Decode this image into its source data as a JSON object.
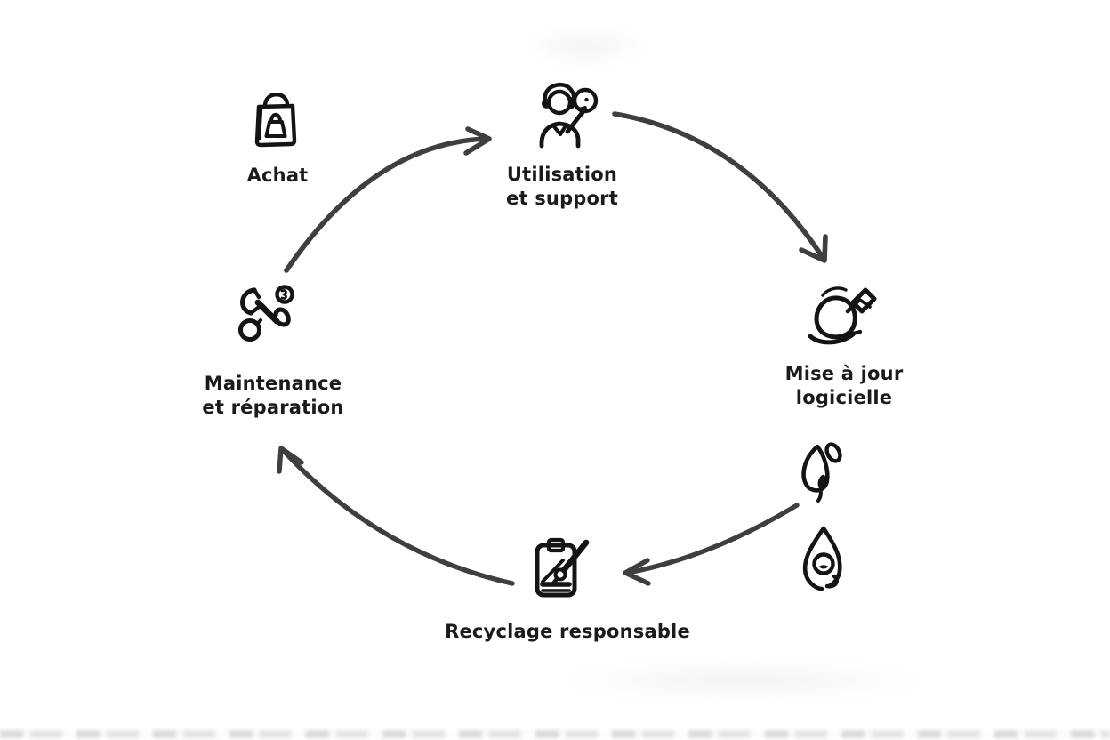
{
  "diagram": {
    "type": "cycle",
    "background": "#ffffff",
    "colors": {
      "icon": "#141414",
      "text": "#1b1b1b",
      "arrow": "#3f3f3f"
    },
    "stages": [
      {
        "id": "achat",
        "label": "Achat",
        "icon": "shopping-bag-icon"
      },
      {
        "id": "utilisation-support",
        "label": "Utilisation et support",
        "lines": [
          "Utilisation",
          "et support"
        ],
        "icon": "support-agent-icon"
      },
      {
        "id": "mise-a-jour-logicielle",
        "label": "Mise à jour logicielle",
        "lines": [
          "Mise à jour",
          "logicielle"
        ],
        "icon": "software-update-icon"
      },
      {
        "id": "recyclage-responsable",
        "label": "Recyclage responsable",
        "icon": "clipboard-pencil-icon"
      },
      {
        "id": "maintenance-reparation",
        "label": "Maintenance et réparation",
        "lines": [
          "Maintenance",
          "et réparation"
        ],
        "icon": "wrench-gear-icon"
      }
    ],
    "decorative_icons": [
      {
        "id": "leaf",
        "icon": "leaf-icon"
      },
      {
        "id": "droplet",
        "icon": "droplet-eco-icon"
      }
    ],
    "connections": [
      {
        "from": "achat",
        "to": "utilisation-support"
      },
      {
        "from": "utilisation-support",
        "to": "mise-a-jour-logicielle"
      },
      {
        "from": "mise-a-jour-logicielle",
        "to": "recyclage-responsable"
      },
      {
        "from": "recyclage-responsable",
        "to": "maintenance-reparation"
      }
    ]
  }
}
